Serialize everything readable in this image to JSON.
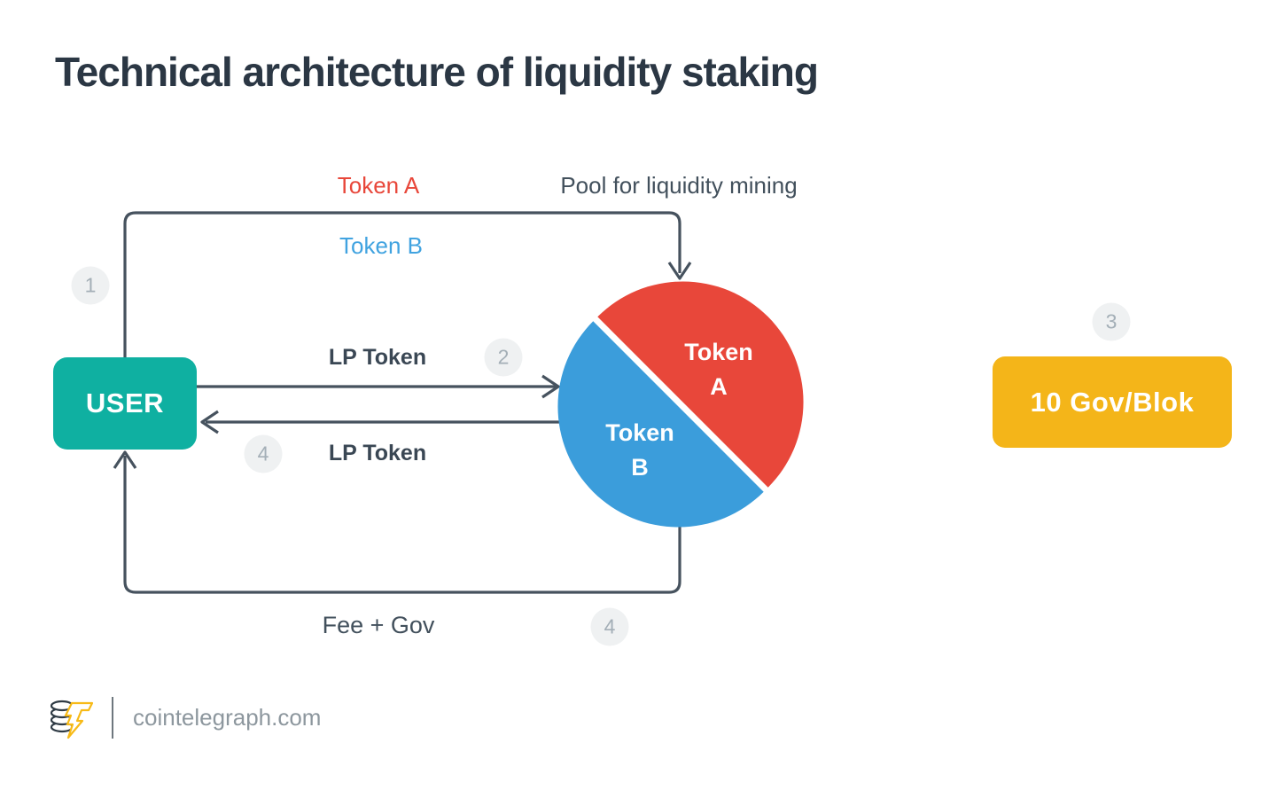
{
  "header": {
    "title": "Technical architecture of liquidity staking"
  },
  "colors": {
    "red": "#E8473A",
    "blue": "#3B9DDB",
    "lightblue": "#41A3E0",
    "teal": "#0FB0A1",
    "yellow": "#F4B519",
    "line": "#46525E",
    "title": "#2B3744",
    "slate": "#42505C",
    "labeldark": "#3A4754",
    "stepbg": "#EFF1F2",
    "steptext": "#A4AFB7",
    "footertext": "#8D979E",
    "divider": "#6E777E"
  },
  "diagram": {
    "user_box": {
      "label": "USER"
    },
    "reward_box": {
      "label": "10 Gov/Blok"
    },
    "pool": {
      "slice_a": "Token\nA",
      "slice_b": "Token\nB"
    },
    "labels": {
      "token_a": "Token A",
      "token_b": "Token B",
      "pool_title": "Pool for liquidity mining",
      "lp_token_out": "LP Token",
      "lp_token_in": "LP Token",
      "fee_gov": "Fee + Gov"
    },
    "steps": [
      "1",
      "2",
      "3",
      "4",
      "4"
    ]
  },
  "footer": {
    "site": "cointelegraph.com"
  }
}
